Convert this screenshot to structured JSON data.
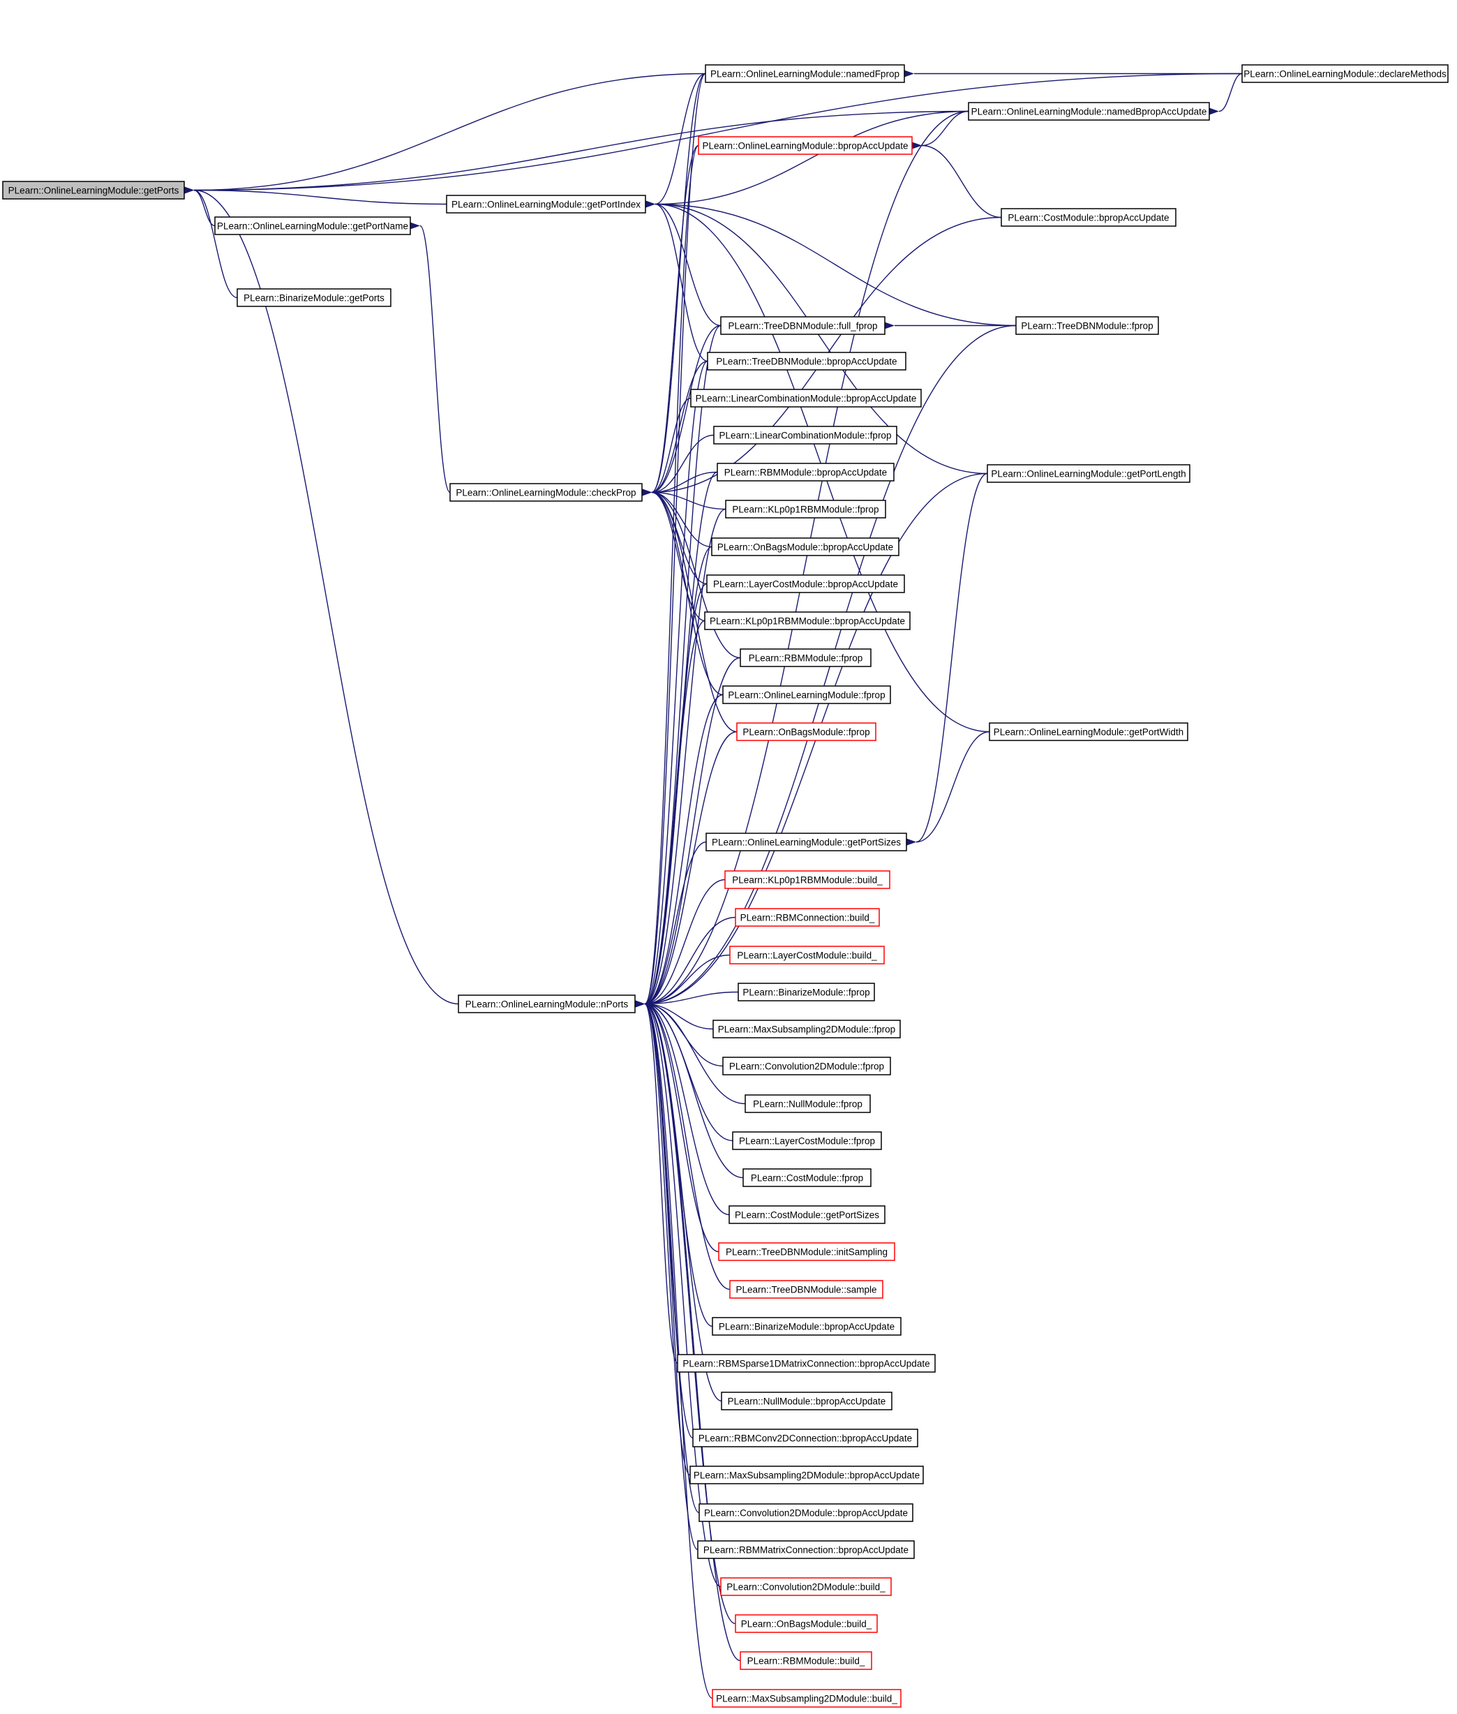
{
  "colors": {
    "edge": "#191970",
    "node_border": "#000000",
    "node_border_truncated": "#ff0000",
    "root_fill": "#bfbfbf",
    "node_fill": "#ffffff"
  },
  "nodes": [
    {
      "id": "getPorts",
      "label": "PLearn::OnlineLearningModule::getPorts",
      "root": true
    },
    {
      "id": "getPortName",
      "label": "PLearn::OnlineLearningModule::getPortName"
    },
    {
      "id": "binarizeGetPorts",
      "label": "PLearn::BinarizeModule::getPorts"
    },
    {
      "id": "getPortIndex",
      "label": "PLearn::OnlineLearningModule::getPortIndex"
    },
    {
      "id": "checkProp",
      "label": "PLearn::OnlineLearningModule::checkProp"
    },
    {
      "id": "nPorts",
      "label": "PLearn::OnlineLearningModule::nPorts"
    },
    {
      "id": "namedFprop",
      "label": "PLearn::OnlineLearningModule::namedFprop"
    },
    {
      "id": "olmBprop",
      "label": "PLearn::OnlineLearningModule::bpropAccUpdate",
      "truncated": true
    },
    {
      "id": "tdbnFullFprop",
      "label": "PLearn::TreeDBNModule::full_fprop"
    },
    {
      "id": "tdbnBprop",
      "label": "PLearn::TreeDBNModule::bpropAccUpdate"
    },
    {
      "id": "lcmBprop",
      "label": "PLearn::LinearCombinationModule::bpropAccUpdate"
    },
    {
      "id": "lcmFprop",
      "label": "PLearn::LinearCombinationModule::fprop"
    },
    {
      "id": "rbmBprop",
      "label": "PLearn::RBMModule::bpropAccUpdate"
    },
    {
      "id": "klFprop",
      "label": "PLearn::KLp0p1RBMModule::fprop"
    },
    {
      "id": "onBagsBprop",
      "label": "PLearn::OnBagsModule::bpropAccUpdate"
    },
    {
      "id": "layerCostBprop",
      "label": "PLearn::LayerCostModule::bpropAccUpdate"
    },
    {
      "id": "klBprop",
      "label": "PLearn::KLp0p1RBMModule::bpropAccUpdate"
    },
    {
      "id": "rbmFprop",
      "label": "PLearn::RBMModule::fprop"
    },
    {
      "id": "olmFprop",
      "label": "PLearn::OnlineLearningModule::fprop"
    },
    {
      "id": "onBagsFprop",
      "label": "PLearn::OnBagsModule::fprop",
      "truncated": true
    },
    {
      "id": "getPortSizes",
      "label": "PLearn::OnlineLearningModule::getPortSizes"
    },
    {
      "id": "klBuild",
      "label": "PLearn::KLp0p1RBMModule::build_",
      "truncated": true
    },
    {
      "id": "rbmConnBuild",
      "label": "PLearn::RBMConnection::build_",
      "truncated": true
    },
    {
      "id": "layerCostBuild",
      "label": "PLearn::LayerCostModule::build_",
      "truncated": true
    },
    {
      "id": "binFprop",
      "label": "PLearn::BinarizeModule::fprop"
    },
    {
      "id": "maxSubFprop",
      "label": "PLearn::MaxSubsampling2DModule::fprop"
    },
    {
      "id": "convFprop",
      "label": "PLearn::Convolution2DModule::fprop"
    },
    {
      "id": "nullFprop",
      "label": "PLearn::NullModule::fprop"
    },
    {
      "id": "layerCostFprop",
      "label": "PLearn::LayerCostModule::fprop"
    },
    {
      "id": "costFprop",
      "label": "PLearn::CostModule::fprop"
    },
    {
      "id": "costGetPortSizes",
      "label": "PLearn::CostModule::getPortSizes"
    },
    {
      "id": "tdbnInitSampling",
      "label": "PLearn::TreeDBNModule::initSampling",
      "truncated": true
    },
    {
      "id": "tdbnSample",
      "label": "PLearn::TreeDBNModule::sample",
      "truncated": true
    },
    {
      "id": "binBprop",
      "label": "PLearn::BinarizeModule::bpropAccUpdate"
    },
    {
      "id": "rbmSparseBprop",
      "label": "PLearn::RBMSparse1DMatrixConnection::bpropAccUpdate"
    },
    {
      "id": "nullBprop",
      "label": "PLearn::NullModule::bpropAccUpdate"
    },
    {
      "id": "rbmConv2DBprop",
      "label": "PLearn::RBMConv2DConnection::bpropAccUpdate"
    },
    {
      "id": "maxSubBprop",
      "label": "PLearn::MaxSubsampling2DModule::bpropAccUpdate"
    },
    {
      "id": "convBprop",
      "label": "PLearn::Convolution2DModule::bpropAccUpdate"
    },
    {
      "id": "rbmMatrixBprop",
      "label": "PLearn::RBMMatrixConnection::bpropAccUpdate"
    },
    {
      "id": "convBuild",
      "label": "PLearn::Convolution2DModule::build_",
      "truncated": true
    },
    {
      "id": "onBagsBuild",
      "label": "PLearn::OnBagsModule::build_",
      "truncated": true
    },
    {
      "id": "rbmBuild",
      "label": "PLearn::RBMModule::build_",
      "truncated": true
    },
    {
      "id": "maxSubBuild",
      "label": "PLearn::MaxSubsampling2DModule::build_",
      "truncated": true
    },
    {
      "id": "declareMethods",
      "label": "PLearn::OnlineLearningModule::declareMethods"
    },
    {
      "id": "namedBprop",
      "label": "PLearn::OnlineLearningModule::namedBpropAccUpdate"
    },
    {
      "id": "costBprop",
      "label": "PLearn::CostModule::bpropAccUpdate"
    },
    {
      "id": "tdbnFprop",
      "label": "PLearn::TreeDBNModule::fprop"
    },
    {
      "id": "getPortLength",
      "label": "PLearn::OnlineLearningModule::getPortLength"
    },
    {
      "id": "getPortWidth",
      "label": "PLearn::OnlineLearningModule::getPortWidth"
    }
  ],
  "edges": [
    [
      "getPortName",
      "getPorts"
    ],
    [
      "binarizeGetPorts",
      "getPorts"
    ],
    [
      "getPortIndex",
      "getPorts"
    ],
    [
      "namedFprop",
      "getPorts"
    ],
    [
      "namedBprop",
      "getPorts"
    ],
    [
      "declareMethods",
      "getPorts"
    ],
    [
      "nPorts",
      "getPorts"
    ],
    [
      "checkProp",
      "getPortName"
    ],
    [
      "namedFprop",
      "getPortIndex"
    ],
    [
      "namedBprop",
      "getPortIndex"
    ],
    [
      "tdbnFullFprop",
      "getPortIndex"
    ],
    [
      "tdbnBprop",
      "getPortIndex"
    ],
    [
      "tdbnFprop",
      "getPortIndex"
    ],
    [
      "getPortLength",
      "getPortIndex"
    ],
    [
      "getPortWidth",
      "getPortIndex"
    ],
    [
      "namedFprop",
      "checkProp"
    ],
    [
      "olmBprop",
      "checkProp"
    ],
    [
      "costBprop",
      "checkProp"
    ],
    [
      "tdbnFullFprop",
      "checkProp"
    ],
    [
      "tdbnBprop",
      "checkProp"
    ],
    [
      "lcmBprop",
      "checkProp"
    ],
    [
      "lcmFprop",
      "checkProp"
    ],
    [
      "rbmBprop",
      "checkProp"
    ],
    [
      "klFprop",
      "checkProp"
    ],
    [
      "onBagsBprop",
      "checkProp"
    ],
    [
      "layerCostBprop",
      "checkProp"
    ],
    [
      "klBprop",
      "checkProp"
    ],
    [
      "rbmFprop",
      "checkProp"
    ],
    [
      "olmFprop",
      "checkProp"
    ],
    [
      "onBagsFprop",
      "checkProp"
    ],
    [
      "declareMethods",
      "namedFprop"
    ],
    [
      "declareMethods",
      "namedBprop"
    ],
    [
      "namedBprop",
      "olmBprop"
    ],
    [
      "costBprop",
      "olmBprop"
    ],
    [
      "tdbnFprop",
      "tdbnFullFprop"
    ],
    [
      "getPortWidth",
      "getPortSizes"
    ],
    [
      "getPortLength",
      "getPortSizes"
    ],
    [
      "namedFprop",
      "nPorts"
    ],
    [
      "namedBprop",
      "nPorts"
    ],
    [
      "olmBprop",
      "nPorts"
    ],
    [
      "tdbnFullFprop",
      "nPorts"
    ],
    [
      "tdbnBprop",
      "nPorts"
    ],
    [
      "rbmBprop",
      "nPorts"
    ],
    [
      "klFprop",
      "nPorts"
    ],
    [
      "onBagsBprop",
      "nPorts"
    ],
    [
      "layerCostBprop",
      "nPorts"
    ],
    [
      "klBprop",
      "nPorts"
    ],
    [
      "rbmFprop",
      "nPorts"
    ],
    [
      "olmFprop",
      "nPorts"
    ],
    [
      "onBagsFprop",
      "nPorts"
    ],
    [
      "getPortLength",
      "nPorts"
    ],
    [
      "tdbnFprop",
      "nPorts"
    ],
    [
      "getPortSizes",
      "nPorts"
    ],
    [
      "klBuild",
      "nPorts"
    ],
    [
      "rbmConnBuild",
      "nPorts"
    ],
    [
      "layerCostBuild",
      "nPorts"
    ],
    [
      "binFprop",
      "nPorts"
    ],
    [
      "maxSubFprop",
      "nPorts"
    ],
    [
      "convFprop",
      "nPorts"
    ],
    [
      "nullFprop",
      "nPorts"
    ],
    [
      "layerCostFprop",
      "nPorts"
    ],
    [
      "costFprop",
      "nPorts"
    ],
    [
      "costGetPortSizes",
      "nPorts"
    ],
    [
      "tdbnInitSampling",
      "nPorts"
    ],
    [
      "tdbnSample",
      "nPorts"
    ],
    [
      "binBprop",
      "nPorts"
    ],
    [
      "rbmSparseBprop",
      "nPorts"
    ],
    [
      "nullBprop",
      "nPorts"
    ],
    [
      "rbmConv2DBprop",
      "nPorts"
    ],
    [
      "maxSubBprop",
      "nPorts"
    ],
    [
      "convBprop",
      "nPorts"
    ],
    [
      "rbmMatrixBprop",
      "nPorts"
    ],
    [
      "convBuild",
      "nPorts"
    ],
    [
      "onBagsBuild",
      "nPorts"
    ],
    [
      "rbmBuild",
      "nPorts"
    ],
    [
      "maxSubBuild",
      "nPorts"
    ]
  ]
}
